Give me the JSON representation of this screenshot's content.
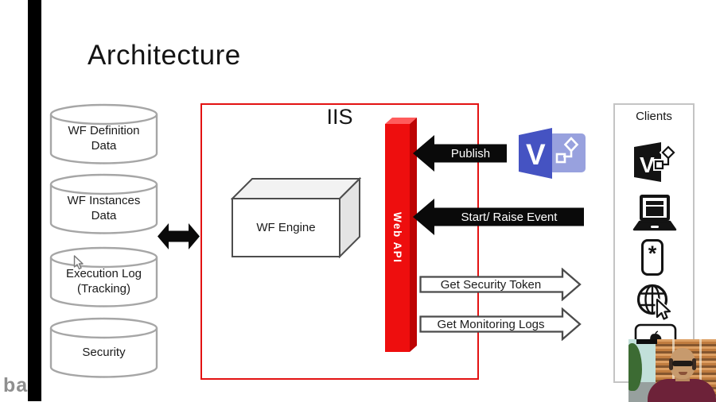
{
  "slide": {
    "title": "Architecture",
    "watermark": "ba"
  },
  "databases": [
    {
      "label": "WF Definition\nData"
    },
    {
      "label": "WF Instances\nData"
    },
    {
      "label": "Execution Log\n(Tracking)"
    },
    {
      "label": "Security"
    }
  ],
  "iis": {
    "label": "IIS",
    "engine_label": "WF Engine",
    "webapi_label": "Web API"
  },
  "arrows": {
    "publish": "Publish",
    "start_raise": "Start/ Raise Event",
    "get_token": "Get Security Token",
    "get_logs": "Get Monitoring Logs"
  },
  "clients": {
    "title": "Clients",
    "asterisk_glyph": "*",
    "items": [
      {
        "icon": "visio-icon"
      },
      {
        "icon": "laptop-icon"
      },
      {
        "icon": "mobile-app-asterisk-icon"
      },
      {
        "icon": "web-globe-cursor-icon"
      },
      {
        "icon": "apple-device-icon"
      }
    ]
  },
  "colors": {
    "accent_red": "#e31212",
    "webapi_red": "#ee0e0e",
    "webapi_red_light": "#ff5c5c",
    "webapi_red_dark": "#bd0404",
    "arrow_black": "#0a0a0a",
    "arrow_outline_gray": "#4b4b4b",
    "cylinder_stroke": "#a6a6a6",
    "visio_blue": "#4553c2",
    "visio_panel_blue": "#98a1de",
    "clients_border_gray": "#c4c4c4"
  }
}
